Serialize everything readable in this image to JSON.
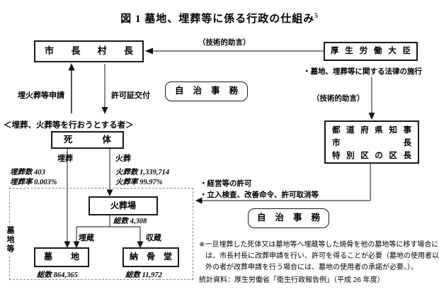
{
  "title": {
    "text": "図 1  墓地、埋葬等に係る行政の仕組み",
    "footnote": "5"
  },
  "boxes": {
    "mayor": "市長村長",
    "minister": "厚生労働大臣",
    "governor": {
      "line1": "都道府県知事",
      "line2": "市長",
      "line3": "特別区の区長"
    },
    "autonomy_top": "自治事務",
    "autonomy_bottom": "自治事務",
    "corpse": "死体",
    "crematorium": "火葬場",
    "cemetery": "墓地",
    "charnel_house": "納骨堂"
  },
  "labels": {
    "technical_advice_top": "（技術的助言）",
    "technical_advice_right": "（技術的助言）",
    "law_enforcement": "・墓地、埋葬等に関する法律の施行",
    "cremation_application": "埋火葬等申請",
    "permit_issuance": "許可証交付",
    "person_heading": "＜埋葬、火葬等を行おうとする者＞",
    "burial": "埋葬",
    "cremation": "火葬",
    "interment": "埋蔵",
    "storage": "収蔵",
    "management_permission": "・経営等の許可",
    "inspection_orders": "・立入検査、改善命令、許可取消等",
    "cemetery_region": "墓地等"
  },
  "stats": {
    "burial_count": "埋葬数 403",
    "burial_rate": "埋葬率 0.003%",
    "cremation_count": "火葬数 1,339,714",
    "cremation_rate": "火葬率 99.97%",
    "crematorium_total": "総数 4,308",
    "cemetery_total": "総数 864,365",
    "charnel_total": "総数 11,972"
  },
  "notes": {
    "remark_line1": "※一旦埋葬した死体又は墓地等へ埋蔵等した焼骨を他の墓地等に移す場合に",
    "remark_line2": "は、市長村長に改葬申請を行い、許可を得ることが必要（墓地の使用者以",
    "remark_line3": "外の者が改葬申請を行う場合には、墓地の使用者の承諾が必要。）。",
    "source": "統計資料：厚生労働省「衛生行政報告例」（平成 26 年度）"
  },
  "colors": {
    "line": "#3c3c3c",
    "arrowhead": "#111111",
    "dashed_border": "#8a8a8a",
    "background": "#ffffff",
    "text": "#000000"
  }
}
